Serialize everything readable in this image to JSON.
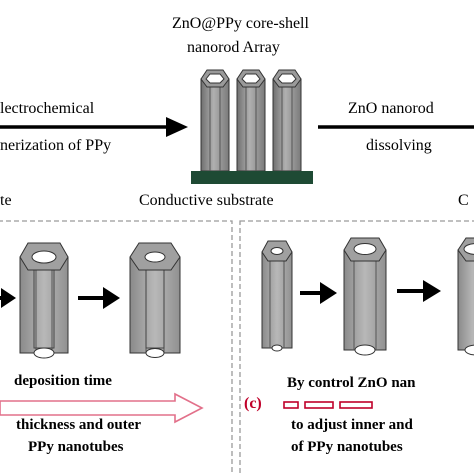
{
  "top": {
    "array_title_line1": "ZnO@PPy core-shell",
    "array_title_line2": "nanorod Array",
    "left_label_line1": "lectrochemical",
    "left_label_line2": "nerization of PPy",
    "right_label_line1": "ZnO nanorod",
    "right_label_line2": "dissolving",
    "substrate_label": "Conductive substrate",
    "left_edge_text": "te",
    "right_edge_text": "C"
  },
  "panel_b": {
    "caption_line1": "deposition time",
    "caption_line2": "thickness and outer",
    "caption_line3": "PPy nanotubes"
  },
  "panel_c": {
    "marker": "(c)",
    "caption_line1": "By control ZnO nan",
    "caption_line2": "to adjust inner and",
    "caption_line3": "of PPy nanotubes"
  },
  "colors": {
    "tube_gray": "#a6a6a6",
    "tube_dark": "#6f6f6f",
    "substrate": "#1e4a34",
    "marker_red": "#c0002a",
    "arrow_outline_pink": "#e2708a",
    "dashed_border": "#9a9a9a"
  }
}
